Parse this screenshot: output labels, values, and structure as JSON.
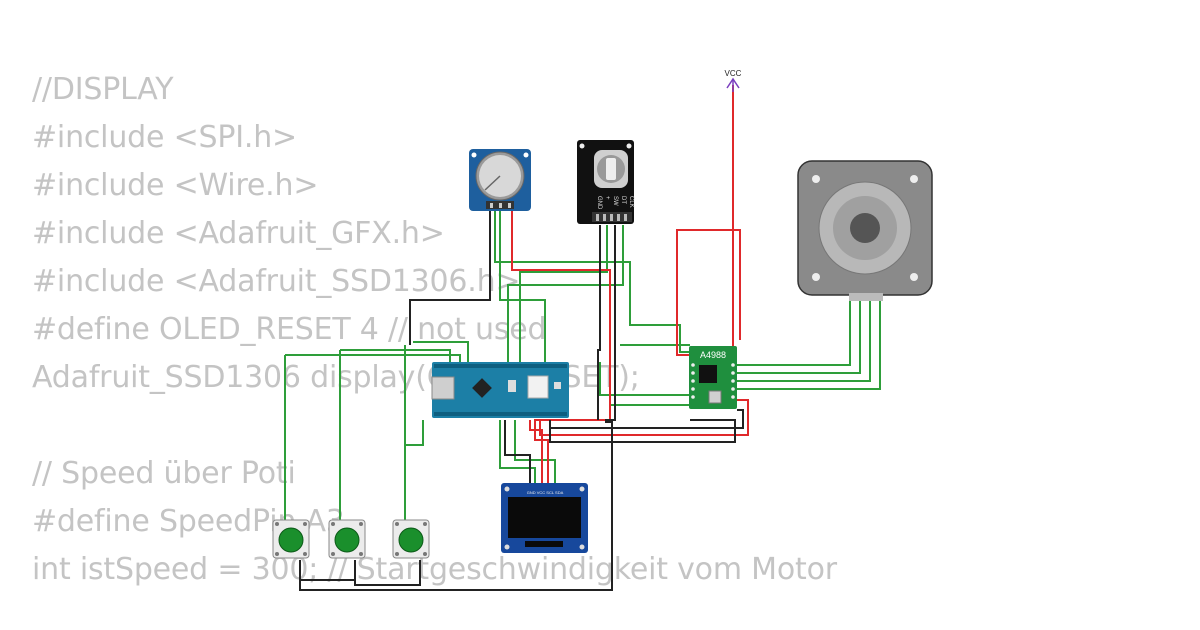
{
  "code_lines": [
    "//DISPLAY",
    "#include <SPI.h>",
    "#include <Wire.h>",
    "#include <Adafruit_GFX.h>",
    "#include <Adafruit_SSD1306.h>",
    "#define OLED_RESET 4 // not used",
    "Adafruit_SSD1306 display(OLED_RESET);",
    "",
    "// Speed über Poti",
    "#define SpeedPin A3",
    "int istSpeed = 300; // Startgeschwindigkeit vom Motor"
  ],
  "labels": {
    "vcc": "VCC",
    "driver": "A4988",
    "encoder_pins": [
      "CLK",
      "DT",
      "SW",
      "+",
      "GND"
    ],
    "oled_pins": "GND VCC SCL SDA"
  },
  "colors": {
    "wire_green": "#2e9e3a",
    "wire_red": "#e0292b",
    "wire_black": "#222222",
    "nano_board": "#1c7fa6",
    "driver_board": "#1f8f3e",
    "oled_board": "#17489c",
    "pot_board": "#1e5f9e",
    "code_text": "#c4c4c4",
    "vcc": "#7b3fbf"
  },
  "icons": [
    "potentiometer-icon",
    "rotary-encoder-icon",
    "stepper-motor-icon",
    "arduino-nano-icon",
    "a4988-driver-icon",
    "oled-display-icon",
    "pushbutton-icon",
    "vcc-arrow-icon"
  ]
}
